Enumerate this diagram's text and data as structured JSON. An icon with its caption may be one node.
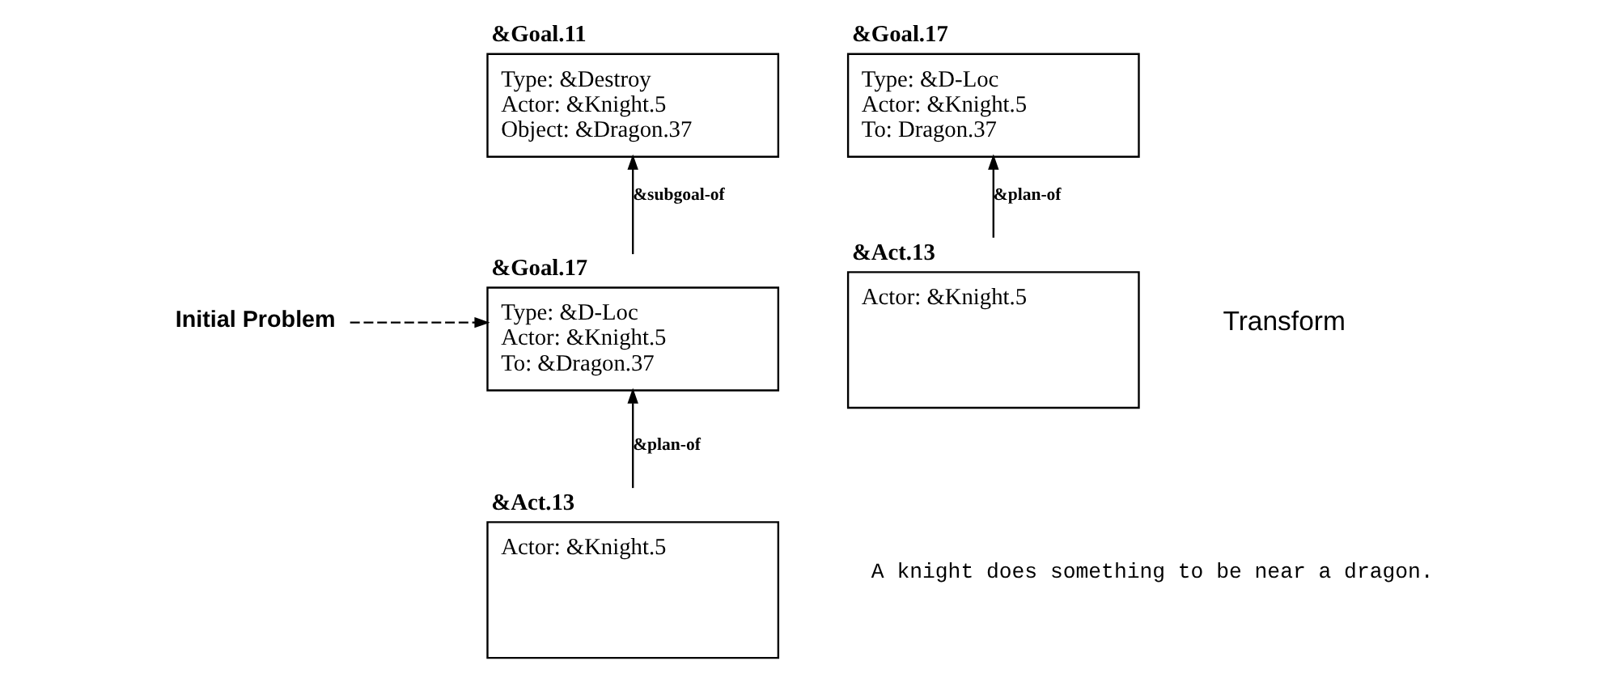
{
  "diagram": {
    "nodes": [
      {
        "text": [
          "&Goal.11",
          "Type: &Destroy",
          "Actor: &Knight.5",
          "Object: &Dragon.37"
        ]
      },
      {
        "text": [
          "Initial Problem"
        ]
      },
      {
        "text": [
          "&Goal.17",
          "Type: &D-Loc",
          "Actor: &Knight.5",
          "To: &Dragon.37"
        ]
      },
      {
        "text": [
          "&Act.13",
          "Actor: &Knight.5"
        ]
      },
      {
        "text": [
          "&Goal.17",
          "Type: &D-Loc",
          "Actor: &Knight.5",
          "To: Dragon.37"
        ]
      },
      {
        "text": [
          "&Act.13",
          "Actor: &Knight.5"
        ]
      }
    ],
    "edges": [
      {
        "from": 1,
        "to": 2,
        "arrow": "to",
        "style": "dashed"
      },
      {
        "from": 2,
        "to": 0,
        "arrow": "to",
        "label": "&subgoal-of"
      },
      {
        "from": 3,
        "to": 2,
        "arrow": "to",
        "label": "&plan-of"
      },
      {
        "from": 5,
        "to": 4,
        "arrow": "to",
        "label": "&plan-of"
      }
    ],
    "labels": [
      "Transform",
      "A knight does something to be near a dragon."
    ]
  }
}
